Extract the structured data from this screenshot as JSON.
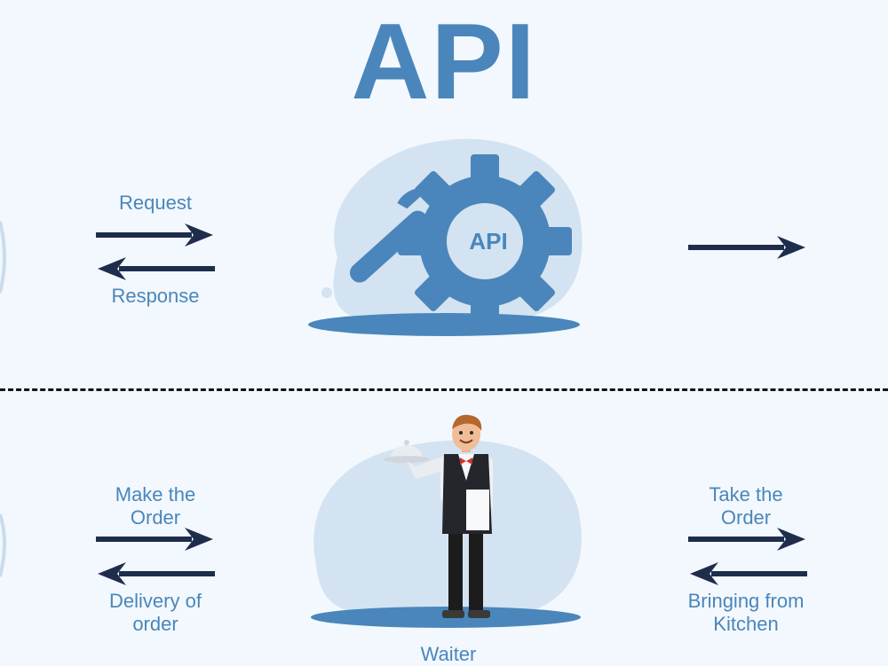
{
  "header": {
    "title": "API"
  },
  "top": {
    "request_label": "Request",
    "response_label": "Response",
    "gear_label": "API"
  },
  "bottom": {
    "make_order_label": "Make the Order",
    "delivery_label": "Delivery of order",
    "take_order_label": "Take the Order",
    "bringing_label": "Bringing from Kitchen",
    "waiter_label": "Waiter"
  },
  "colors": {
    "accent": "#4a86bb",
    "arrow": "#1f2d4d",
    "blob": "#d3e3f1",
    "background": "#f2f8fd"
  }
}
